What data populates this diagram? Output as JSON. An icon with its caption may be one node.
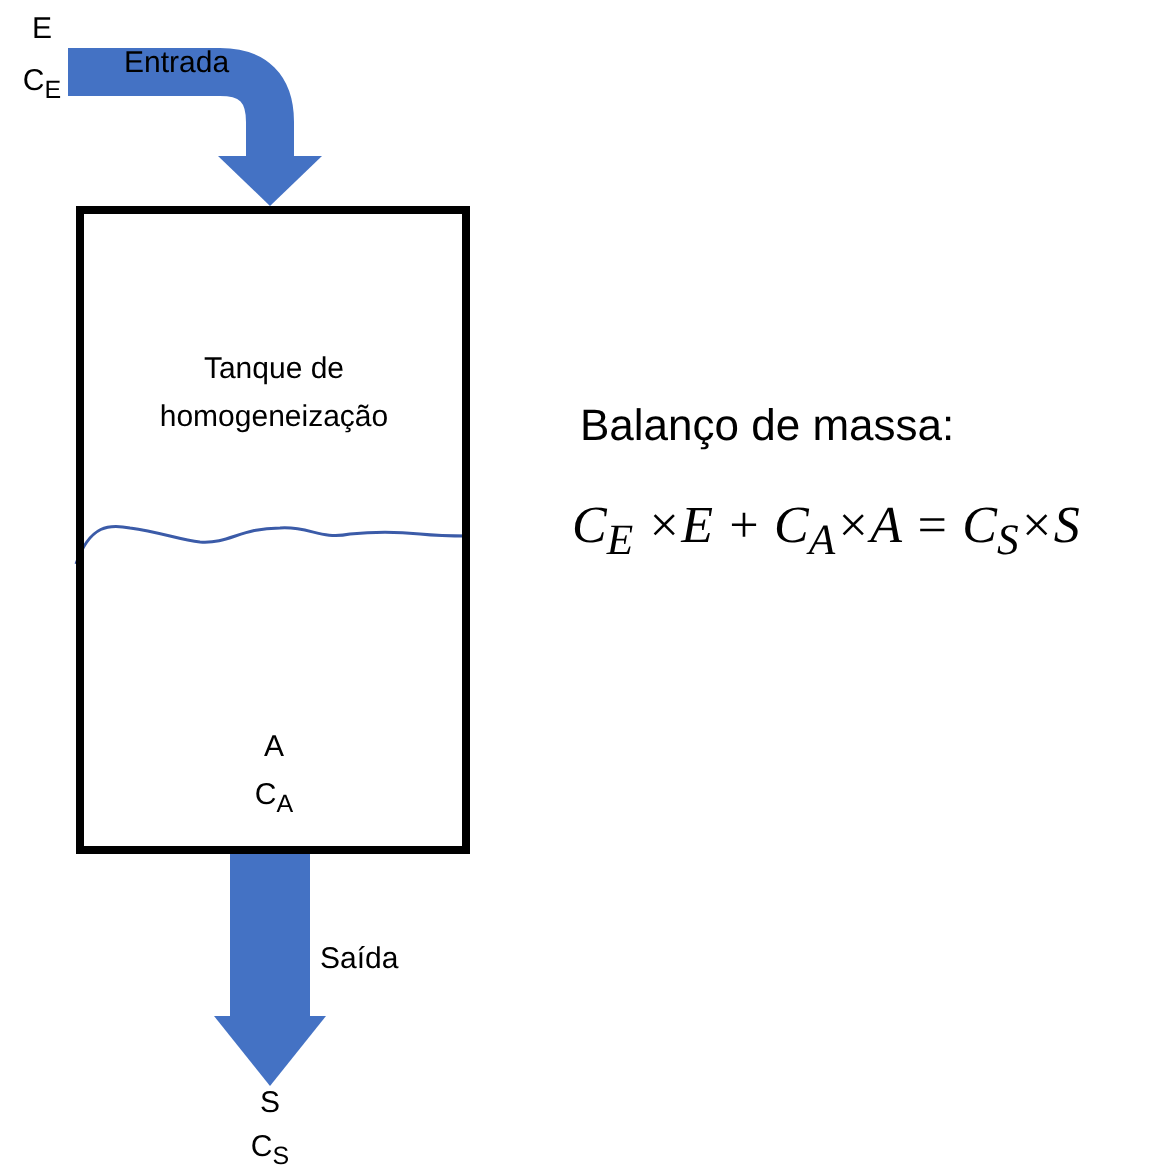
{
  "diagram": {
    "nodes": [
      {
        "text": [
          "E",
          "C$_{E}$"
        ]
      },
      {
        "text": [
          "Tanque de homogeneização",
          "A",
          "C$_{A}$"
        ]
      },
      {
        "text": [
          "S",
          "C$_{S}$"
        ]
      }
    ],
    "edges": [
      {
        "from": 0,
        "to": 1,
        "arrow": "to",
        "label": "Entrada"
      },
      {
        "from": 1,
        "to": 2,
        "arrow": "to",
        "label": "Saída"
      }
    ],
    "labels": [
      "Balanço de massa:",
      "C$_{E}$ ×E + C$_{A}$×A = C$_{S}$×S"
    ]
  }
}
